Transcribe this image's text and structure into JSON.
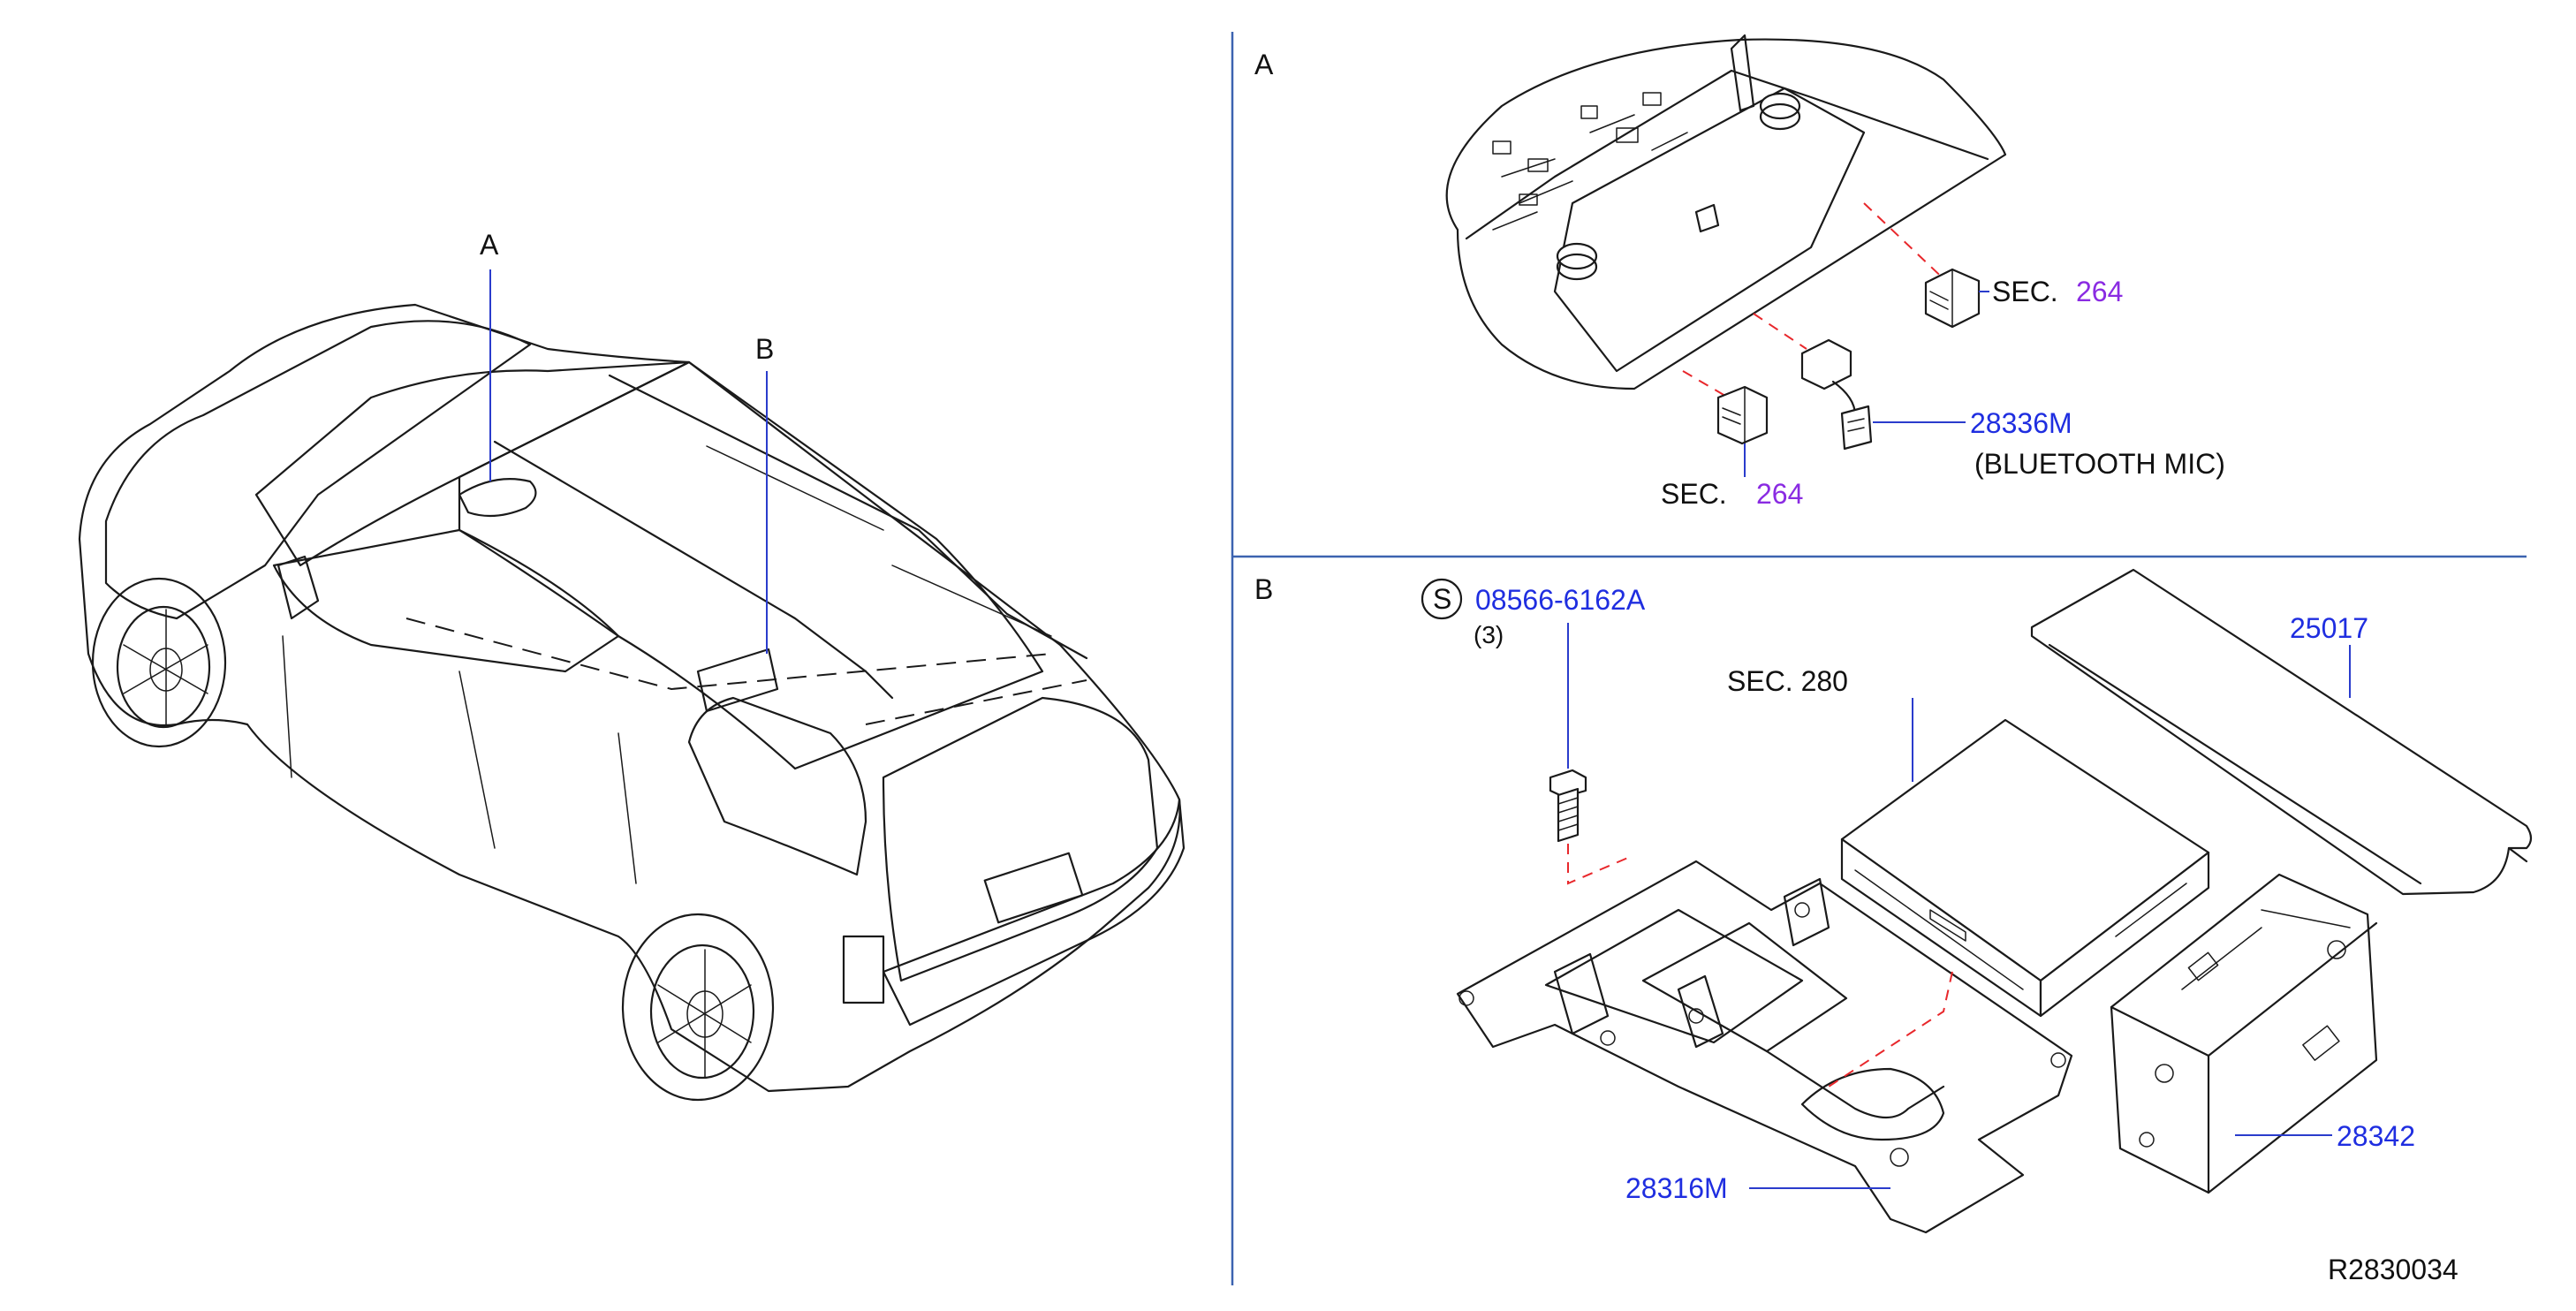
{
  "colors": {
    "part_number": "#1f2ee0",
    "section_ref": "#8a2be2",
    "leader_line": "#2a3ccc",
    "divider": "#3c63b0",
    "connection_dash": "#e8272b",
    "linework": "#1a1a1a"
  },
  "overview": {
    "label_a": "A",
    "label_b": "B"
  },
  "view_a": {
    "title": "A",
    "sec_label_1": "SEC.",
    "sec_num_1": "264",
    "sec_label_2": "SEC.",
    "sec_num_2": "264",
    "mic_part": "28336M",
    "mic_desc": "(BLUETOOTH  MIC)"
  },
  "view_b": {
    "title": "B",
    "screw_symbol": "S",
    "screw_part": "08566-6162A",
    "screw_qty": "(3)",
    "sec_label": "SEC. 280",
    "sec_num": "280",
    "cover_part": "25017",
    "bracket_part": "28316M",
    "module_part": "28342"
  },
  "drawing_code": "R2830034"
}
